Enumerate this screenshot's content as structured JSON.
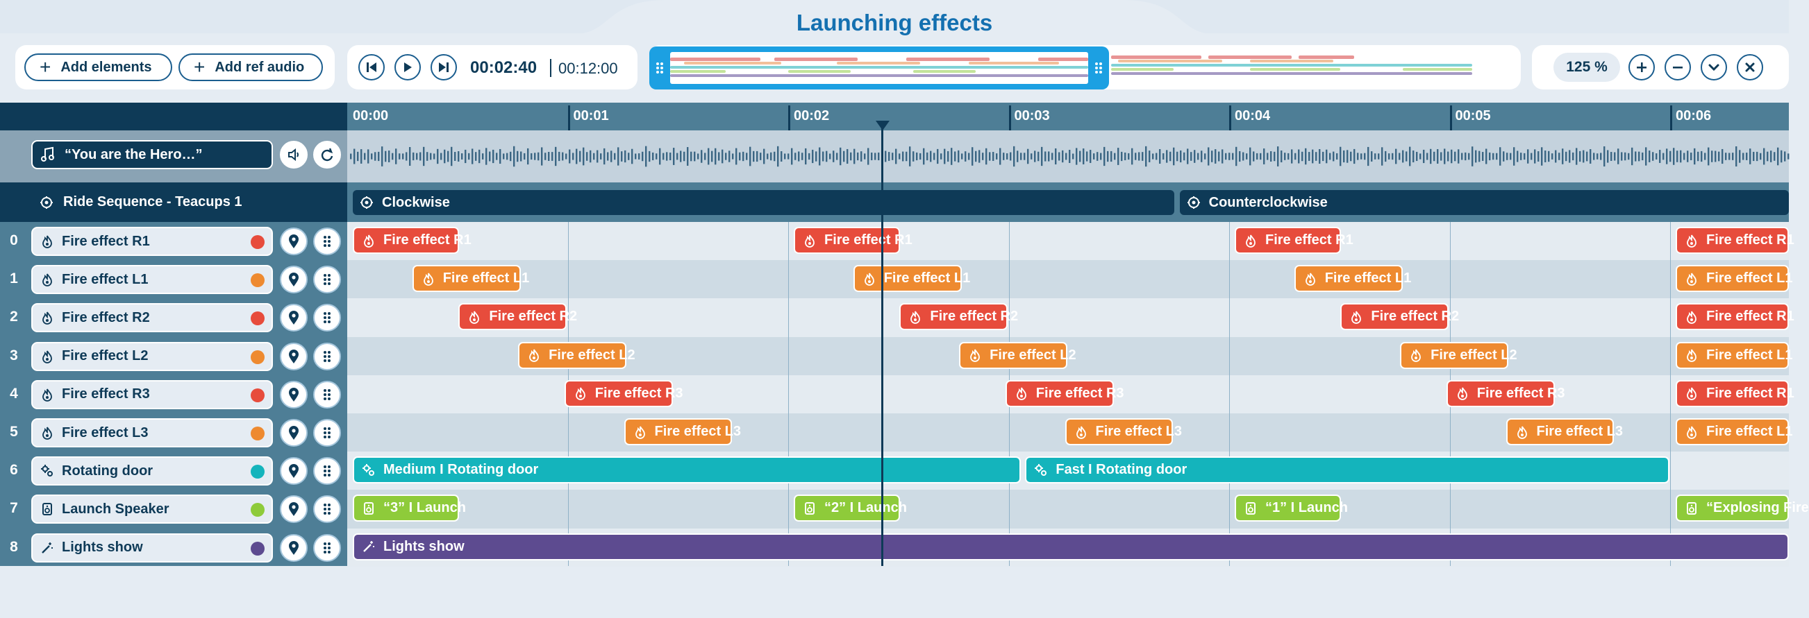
{
  "title": "Launching effects",
  "colors": {
    "navy": "#0e3a57",
    "red": "#e74c3c",
    "orange": "#ee8a30",
    "teal": "#14b4bc",
    "lime": "#8ecb3a",
    "purple": "#5d4b90",
    "accent_blue": "#1ca0e2",
    "title_blue": "#1470b0"
  },
  "toolbar": {
    "add_elements": "Add elements",
    "add_ref_audio": "Add ref audio",
    "current_time": "00:02:40",
    "total_time": "00:12:00",
    "zoom": "125 %",
    "icons": [
      "skip-back-icon",
      "play-icon",
      "skip-forward-icon",
      "plus-icon",
      "minus-icon",
      "chevron-down-icon",
      "close-icon"
    ]
  },
  "ruler": [
    "00:00",
    "00:01",
    "00:02",
    "00:03",
    "00:04",
    "00:05",
    "00:06"
  ],
  "audio": {
    "label": "“You are the Hero…”",
    "icons": [
      "music-note-icon",
      "speaker-icon",
      "loop-icon"
    ]
  },
  "sequence": {
    "label": "Ride Sequence - Teacups 1",
    "clips": [
      {
        "label": "Clockwise",
        "start": 0.0,
        "end": 3.75
      },
      {
        "label": "Counterclockwise",
        "start": 3.75,
        "end": 6.6
      }
    ]
  },
  "rows": [
    {
      "index": "0",
      "label": "Fire effect R1",
      "color": "#e74c3c",
      "icon": "fire-icon"
    },
    {
      "index": "1",
      "label": "Fire effect L1",
      "color": "#ee8a30",
      "icon": "fire-icon"
    },
    {
      "index": "2",
      "label": "Fire effect R2",
      "color": "#e74c3c",
      "icon": "fire-icon"
    },
    {
      "index": "3",
      "label": "Fire effect L2",
      "color": "#ee8a30",
      "icon": "fire-icon"
    },
    {
      "index": "4",
      "label": "Fire effect R3",
      "color": "#e74c3c",
      "icon": "fire-icon"
    },
    {
      "index": "5",
      "label": "Fire effect L3",
      "color": "#ee8a30",
      "icon": "fire-icon"
    },
    {
      "index": "6",
      "label": "Rotating door",
      "color": "#14b4bc",
      "icon": "gears-icon"
    },
    {
      "index": "7",
      "label": "Launch Speaker",
      "color": "#8ecb3a",
      "icon": "speaker-box-icon"
    },
    {
      "index": "8",
      "label": "Lights show",
      "color": "#5d4b90",
      "icon": "magic-wand-icon"
    }
  ],
  "clips": [
    [
      {
        "label": "Fire effect R1",
        "start": 0.0,
        "end": 0.5
      },
      {
        "label": "Fire effect R1",
        "start": 2.0,
        "end": 2.5
      },
      {
        "label": "Fire effect R1",
        "start": 4.0,
        "end": 4.5
      },
      {
        "label": "Fire effect R1",
        "start": 6.0,
        "end": 6.6
      }
    ],
    [
      {
        "label": "Fire effect L1",
        "start": 0.27,
        "end": 0.78
      },
      {
        "label": "Fire effect L1",
        "start": 2.27,
        "end": 2.78
      },
      {
        "label": "Fire effect L1",
        "start": 4.27,
        "end": 4.78
      },
      {
        "label": "Fire effect L1",
        "start": 6.0,
        "end": 6.6
      }
    ],
    [
      {
        "label": "Fire effect R2",
        "start": 0.48,
        "end": 0.99
      },
      {
        "label": "Fire effect R2",
        "start": 2.48,
        "end": 2.99
      },
      {
        "label": "Fire effect R2",
        "start": 4.48,
        "end": 4.99
      },
      {
        "label": "Fire effect R1",
        "start": 6.0,
        "end": 6.6
      }
    ],
    [
      {
        "label": "Fire effect L2",
        "start": 0.75,
        "end": 1.26
      },
      {
        "label": "Fire effect L2",
        "start": 2.75,
        "end": 3.26
      },
      {
        "label": "Fire effect L2",
        "start": 4.75,
        "end": 5.26
      },
      {
        "label": "Fire effect L1",
        "start": 6.0,
        "end": 6.6
      }
    ],
    [
      {
        "label": "Fire effect R3",
        "start": 0.96,
        "end": 1.47
      },
      {
        "label": "Fire effect R3",
        "start": 2.96,
        "end": 3.47
      },
      {
        "label": "Fire effect R3",
        "start": 4.96,
        "end": 5.47
      },
      {
        "label": "Fire effect R1",
        "start": 6.0,
        "end": 6.6
      }
    ],
    [
      {
        "label": "Fire effect L3",
        "start": 1.23,
        "end": 1.74
      },
      {
        "label": "Fire effect L3",
        "start": 3.23,
        "end": 3.74
      },
      {
        "label": "Fire effect L3",
        "start": 5.23,
        "end": 5.74
      },
      {
        "label": "Fire effect L1",
        "start": 6.0,
        "end": 6.6
      }
    ],
    [
      {
        "label": "Medium I Rotating door",
        "start": 0.0,
        "end": 3.05
      },
      {
        "label": "Fast I Rotating door",
        "start": 3.05,
        "end": 5.99
      }
    ],
    [
      {
        "label": "“3” I Launch",
        "start": 0.0,
        "end": 0.5
      },
      {
        "label": "“2” I Launch",
        "start": 2.0,
        "end": 2.5
      },
      {
        "label": "“1” I Launch",
        "start": 4.0,
        "end": 4.5
      },
      {
        "label": "“Explosing Fire",
        "start": 6.0,
        "end": 6.6
      }
    ],
    [
      {
        "label": "Lights show",
        "start": 0.0,
        "end": 6.6
      }
    ]
  ],
  "playhead_time": 2.4
}
